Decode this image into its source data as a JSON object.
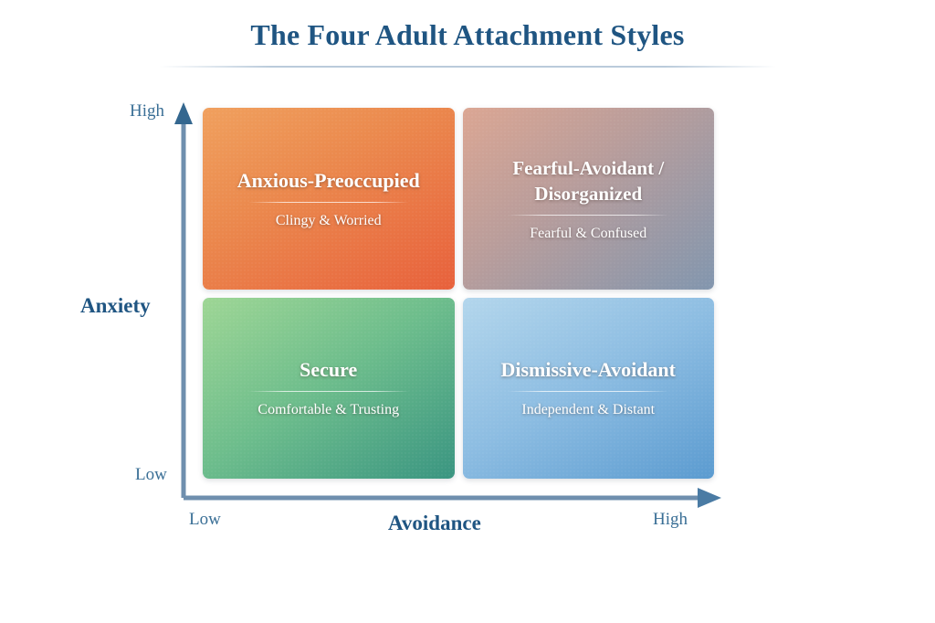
{
  "header": {
    "title": "The Four Adult Attachment Styles"
  },
  "chart_data": {
    "type": "table",
    "title": "The Four Adult Attachment Styles",
    "xlabel": "Avoidance",
    "ylabel": "Anxiety",
    "x_ticks": [
      "Low",
      "High"
    ],
    "y_ticks": [
      "Low",
      "High"
    ],
    "grid": false,
    "legend": "none",
    "axis_color": "#6f8fae",
    "quadrants": [
      {
        "id": "anxious-preoccupied",
        "position": "top-left",
        "anxiety": "High",
        "avoidance": "Low",
        "title": "Anxious-Preoccupied",
        "subtitle": "Clingy & Worried",
        "color_start": "#f0a05e",
        "color_end": "#e8613c"
      },
      {
        "id": "fearful-avoidant",
        "position": "top-right",
        "anxiety": "High",
        "avoidance": "High",
        "title": "Fearful-Avoidant /\nDisorganized",
        "title_line1": "Fearful-Avoidant /",
        "title_line2": "Disorganized",
        "subtitle": "Fearful & Confused",
        "color_start": "#dba693",
        "color_end": "#8296ae"
      },
      {
        "id": "secure",
        "position": "bottom-left",
        "anxiety": "Low",
        "avoidance": "Low",
        "title": "Secure",
        "subtitle": "Comfortable & Trusting",
        "color_start": "#9ed695",
        "color_end": "#3a9581"
      },
      {
        "id": "dismissive-avoidant",
        "position": "bottom-right",
        "anxiety": "Low",
        "avoidance": "High",
        "title": "Dismissive-Avoidant",
        "subtitle": "Independent & Distant",
        "color_start": "#b3d6ec",
        "color_end": "#5b9bd0"
      }
    ]
  },
  "axes": {
    "y_title": "Anxiety",
    "y_high": "High",
    "y_low": "Low",
    "x_title": "Avoidance",
    "x_low": "Low",
    "x_high": "High"
  },
  "colors": {
    "title": "#1f5582",
    "axis": "#6f8fae",
    "axis_label": "#3a6f96",
    "background": "#ffffff"
  }
}
